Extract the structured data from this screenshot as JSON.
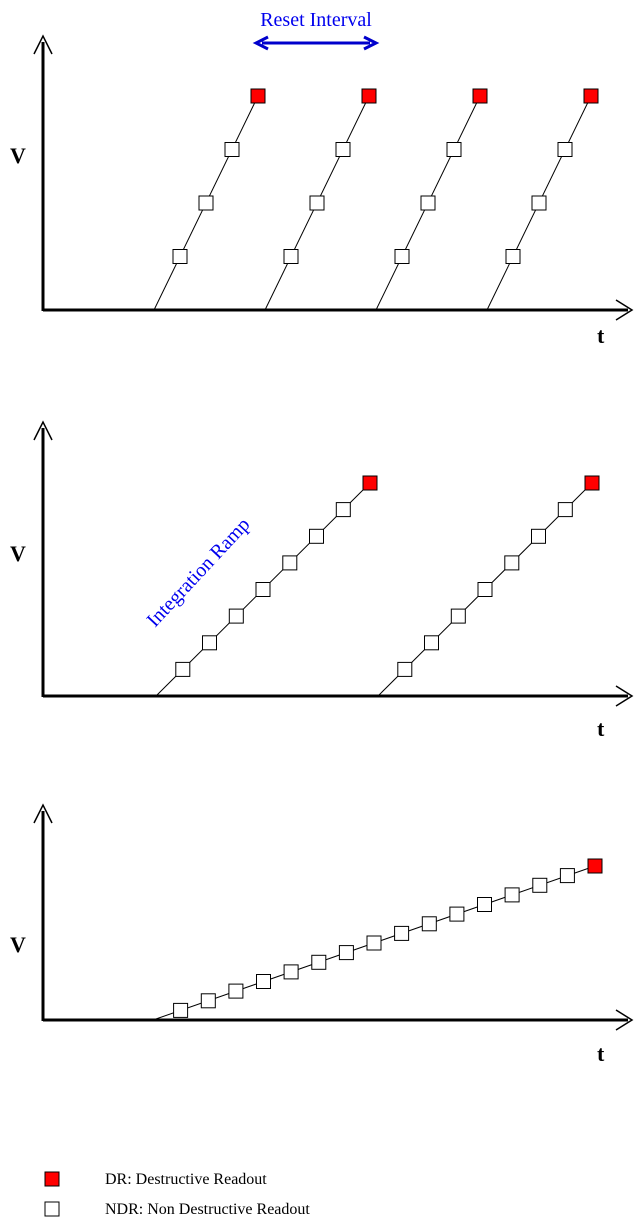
{
  "panels": [
    {
      "id": "frequent-reset",
      "y_label": "V",
      "x_label": "t",
      "ramps": 4,
      "ndr_per_ramp": 3,
      "annotation": "Reset Interval"
    },
    {
      "id": "medium-reset",
      "y_label": "V",
      "x_label": "t",
      "ramps": 2,
      "ndr_per_ramp": 7,
      "annotation": "Integration Ramp"
    },
    {
      "id": "single-ramp",
      "y_label": "V",
      "x_label": "t",
      "ramps": 1,
      "ndr_per_ramp": 15,
      "annotation": ""
    }
  ],
  "legend": {
    "dr_label": "DR: Destructive Readout",
    "ndr_label": "NDR: Non Destructive Readout"
  },
  "colors": {
    "dr": "#ff0000",
    "ndr": "#ffffff",
    "annotation": "#0000ee",
    "axis": "#000000"
  }
}
